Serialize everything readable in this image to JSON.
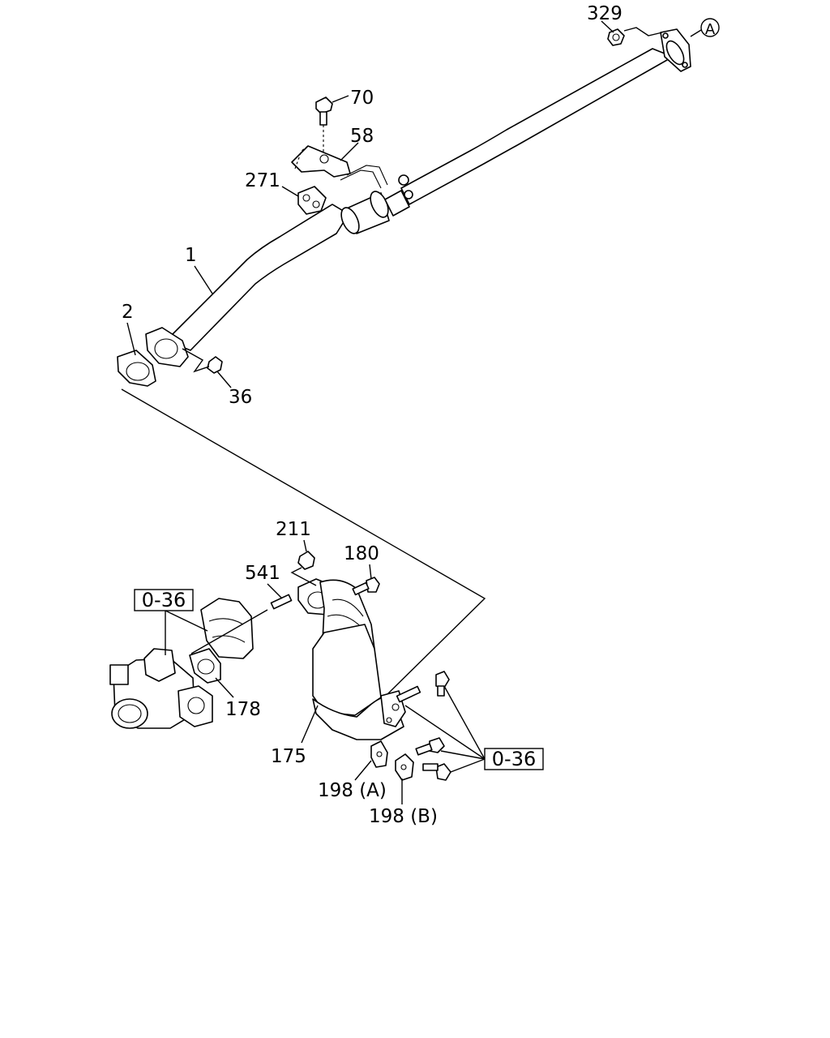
{
  "callouts": {
    "p329": "329",
    "circle_a": "A",
    "p70": "70",
    "p58": "58",
    "p271": "271",
    "p1": "1",
    "p2": "2",
    "p36": "36",
    "p211": "211",
    "p180": "180",
    "p541": "541",
    "p178": "178",
    "p175": "175",
    "p198a": "198 (A)",
    "p198b": "198 (B)"
  },
  "refs": {
    "ref_left": "0-36",
    "ref_right": "0-36"
  }
}
